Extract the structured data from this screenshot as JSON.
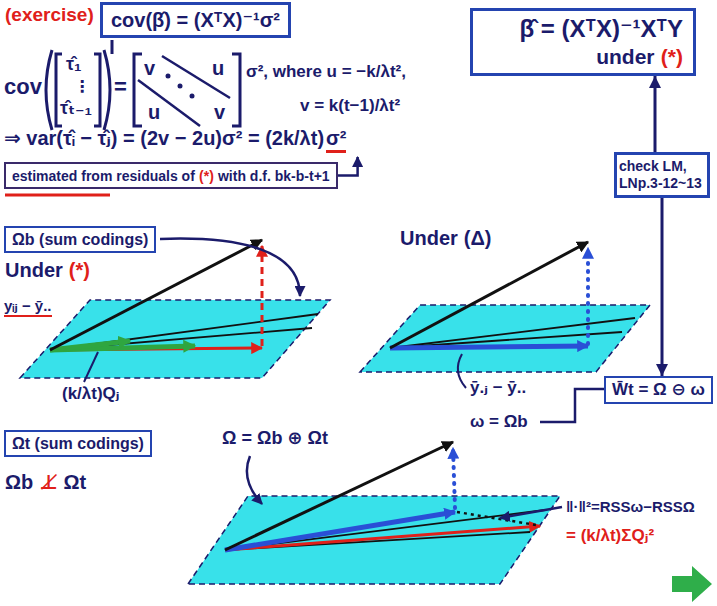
{
  "diagram": {
    "nodes": [
      {
        "text": [
          "cov(β̂) = (XᵀX)⁻¹σ²"
        ]
      },
      {
        "text": [
          "β̂ = (XᵀX)⁻¹XᵀY",
          "under",
          "(*)"
        ]
      },
      {
        "text": [
          "check LM, LNp.3-12~13"
        ]
      },
      {
        "text": [
          "estimated from residuals of",
          "(*)",
          "with d.f. bk-b-t+1"
        ]
      },
      {
        "text": [
          "Ωb (sum codings)"
        ]
      },
      {
        "text": [
          "Ωt (sum codings)"
        ]
      },
      {
        "text": [
          "W̄t = Ω ⊖ ω"
        ]
      }
    ],
    "edges": [
      {
        "from": 2,
        "to": 1,
        "arrow": "to"
      },
      {
        "from": 2,
        "to": 6,
        "arrow": "to"
      }
    ],
    "labels": [
      "(exercise)",
      "cov",
      "τ̂₁",
      "⋮",
      "τ̂ₜ₋₁",
      "=",
      "v",
      "u",
      "u",
      "v",
      "σ², where u = −k/λt²,",
      "v = k(t−1)/λt²",
      "⇒ var(τ̂ᵢ − τ̂ⱼ) = (2v − 2u)σ² = (2k/λt)",
      "σ²",
      "Under",
      "(*)",
      "yᵢⱼ − ȳ..",
      "(k/λt)Qⱼ",
      "Under",
      "(Δ)",
      "ȳ.ⱼ − ȳ..",
      "Ω = Ωb ⊕ Ωt",
      "ω = Ωb",
      "‖·‖²=RSSω−RSSΩ",
      "= (k/λt)ΣQⱼ²",
      "Ωb",
      "⊥̸",
      "Ωt"
    ]
  }
}
